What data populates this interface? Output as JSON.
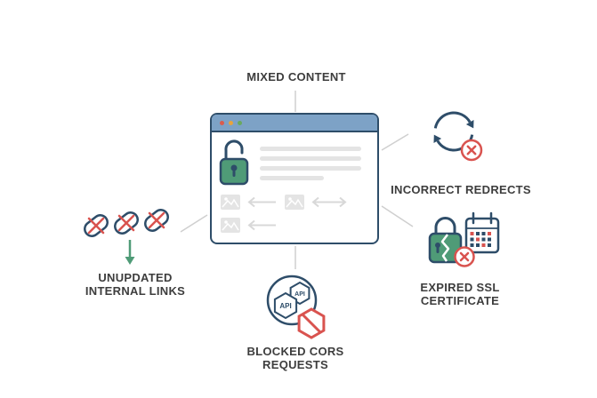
{
  "labels": {
    "mixed_content": "MIXED CONTENT",
    "incorrect_redirects": "INCORRECT REDRECTS",
    "expired_ssl_line1": "EXPIRED SSL",
    "expired_ssl_line2": "CERTIFICATE",
    "blocked_cors_line1": "BLOCKED CORS",
    "blocked_cors_line2": "REQUESTS",
    "unupdated_line1": "UNUPDATED",
    "unupdated_line2": "INTERNAL LINKS"
  },
  "icons": {
    "api_label": "API"
  },
  "colors": {
    "navy": "#2e4d69",
    "green": "#4f9b77",
    "red": "#d9534f",
    "browser_header_blue": "#7da2c6",
    "dot_red": "#d95c4e",
    "dot_orange": "#e8a33d",
    "dot_green": "#69a95e",
    "placeholder_gray": "#e4e4e4",
    "connector_gray": "#cfcfcf",
    "label_text": "#3d3d3d"
  }
}
